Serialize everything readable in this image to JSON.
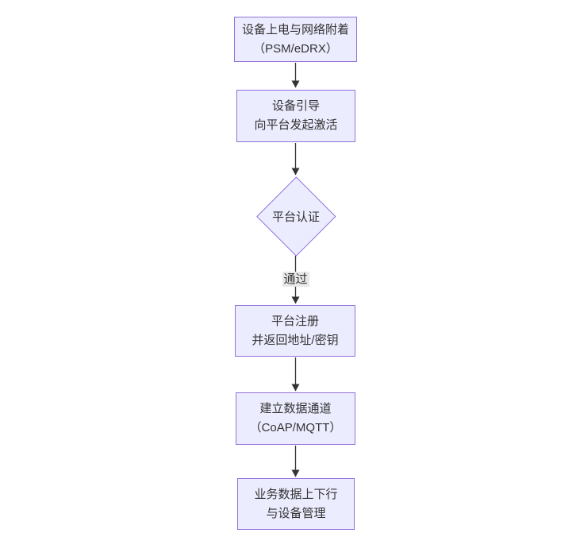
{
  "diagram": {
    "type": "flowchart",
    "direction": "top-to-bottom",
    "nodes": [
      {
        "id": "power-attach",
        "shape": "rectangle",
        "lines": [
          "设备上电与网络附着",
          "（PSM/eDRX）"
        ]
      },
      {
        "id": "bootstrap",
        "shape": "rectangle",
        "lines": [
          "设备引导",
          "向平台发起激活"
        ]
      },
      {
        "id": "platform-auth",
        "shape": "diamond",
        "lines": [
          "平台认证"
        ]
      },
      {
        "id": "register",
        "shape": "rectangle",
        "lines": [
          "平台注册",
          "并返回地址/密钥"
        ]
      },
      {
        "id": "data-channel",
        "shape": "rectangle",
        "lines": [
          "建立数据通道",
          "（CoAP/MQTT）"
        ]
      },
      {
        "id": "business",
        "shape": "rectangle",
        "lines": [
          "业务数据上下行",
          "与设备管理"
        ]
      }
    ],
    "edges": [
      {
        "from": "power-attach",
        "to": "bootstrap",
        "label": ""
      },
      {
        "from": "bootstrap",
        "to": "platform-auth",
        "label": ""
      },
      {
        "from": "platform-auth",
        "to": "register",
        "label": "通过"
      },
      {
        "from": "register",
        "to": "data-channel",
        "label": ""
      },
      {
        "from": "data-channel",
        "to": "business",
        "label": ""
      }
    ],
    "colors": {
      "node_fill": "#ECECFF",
      "node_border": "#9370DB",
      "node_text": "#333333",
      "edge_stroke": "#333333",
      "edge_label_bg": "#e8e8e8",
      "edge_label_text": "#333333",
      "background": "#ffffff"
    }
  }
}
